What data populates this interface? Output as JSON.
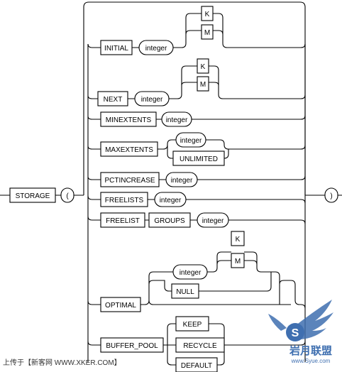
{
  "diagram": {
    "storage": "STORAGE",
    "open_paren": "(",
    "close_paren": ")",
    "initial": "INITIAL",
    "next": "NEXT",
    "minextents": "MINEXTENTS",
    "maxextents": "MAXEXTENTS",
    "pctincrease": "PCTINCREASE",
    "freelists": "FREELISTS",
    "freelist": "FREELIST",
    "groups": "GROUPS",
    "optimal": "OPTIMAL",
    "buffer_pool": "BUFFER_POOL",
    "integer": "integer",
    "unlimited": "UNLIMITED",
    "null": "NULL",
    "k": "K",
    "m": "M",
    "keep": "KEEP",
    "recycle": "RECYCLE",
    "default": "DEFAULT"
  },
  "watermark": {
    "caption": "上传于【新客网 WWW.XKER.COM】",
    "logo_text": "岩月联盟",
    "logo_url": "www.Syue.com",
    "logo_letter": "S"
  }
}
